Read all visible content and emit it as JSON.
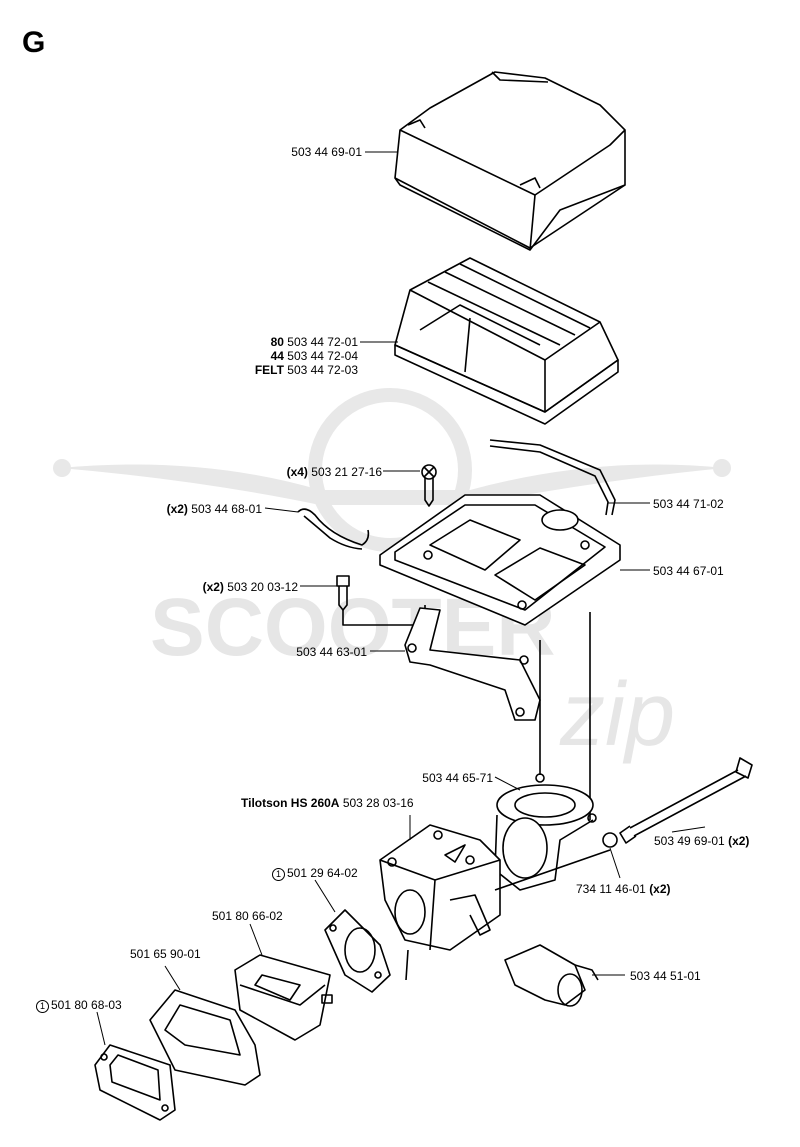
{
  "section": "G",
  "watermark": {
    "brand": "SCOOTER",
    "script": "zip"
  },
  "labels": {
    "air_filter_cover": "503 44 69-01",
    "filter_80_prefix": "80",
    "filter_80": "503 44 72-01",
    "filter_44_prefix": "44",
    "filter_44": "503 44 72-04",
    "filter_felt_prefix": "FELT",
    "filter_felt": "503 44 72-03",
    "screw_qty": "(x4)",
    "screw": "503 21 27-16",
    "clip_qty": "(x2)",
    "clip": "503 44 68-01",
    "seal_strip": "503 44 71-02",
    "filter_base": "503 44 67-01",
    "bolt_qty": "(x2)",
    "bolt": "503 20 03-12",
    "bracket": "503 44 63-01",
    "adapter": "503 44 65-71",
    "carb_model": "Tilotson HS 260A",
    "carb": "503 28 03-16",
    "long_bolt": "503 49 69-01",
    "long_bolt_qty": "(x2)",
    "washer": "734 11 46-01",
    "washer_qty": "(x2)",
    "gasket_mark": "1",
    "gasket": "501 29 64-02",
    "insulator": "501 80 66-02",
    "intake_flange": "501 65 90-01",
    "base_gasket_mark": "1",
    "base_gasket": "501 80 68-03",
    "choke_lever": "503 44 51-01"
  }
}
